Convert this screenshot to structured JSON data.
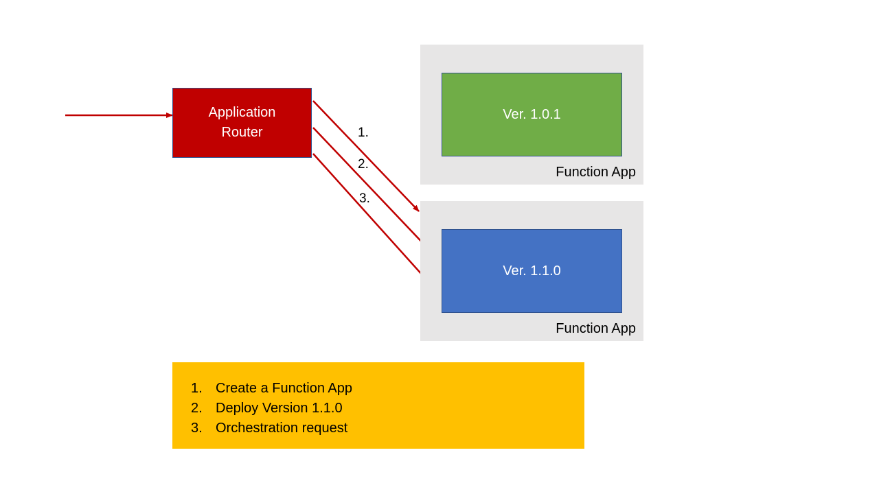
{
  "router": {
    "label_line1": "Application",
    "label_line2": "Router",
    "color": "#c00000"
  },
  "function_apps": [
    {
      "label": "Function App",
      "version": "Ver. 1.0.1",
      "version_color": "#70ad47"
    },
    {
      "label": "Function App",
      "version": "Ver. 1.1.0",
      "version_color": "#4472c4"
    }
  ],
  "steps": [
    {
      "number": "1.",
      "text": "Create a Function App"
    },
    {
      "number": "2.",
      "text": "Deploy Version 1.1.0"
    },
    {
      "number": "3.",
      "text": "Orchestration request"
    }
  ],
  "arrow_color": "#c00000",
  "legend_color": "#ffc000"
}
